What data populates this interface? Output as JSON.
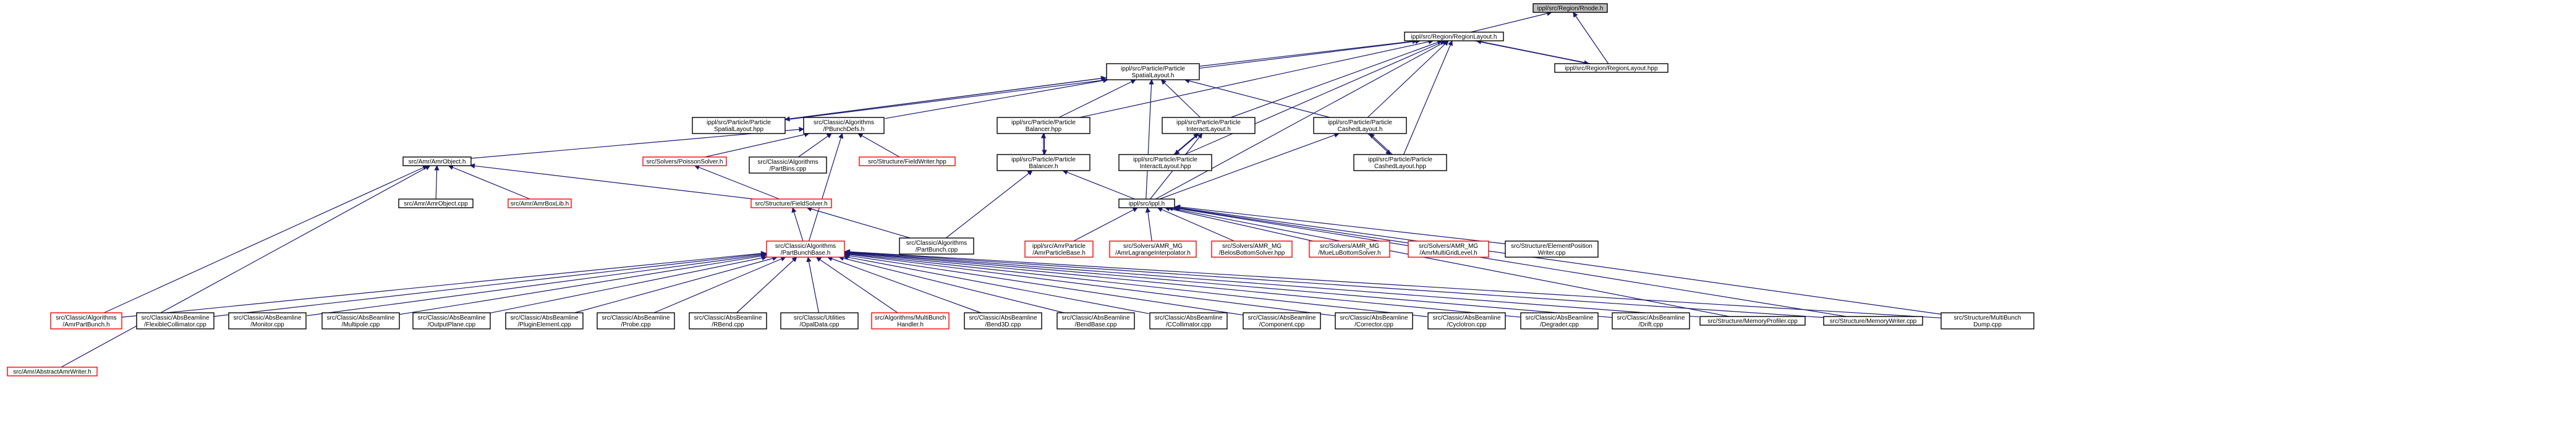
{
  "colors": {
    "root_fill": "#bfbfbf",
    "border_black": "#000000",
    "border_red": "#ff0000",
    "edge": "#191970"
  },
  "nodes": [
    {
      "id": "rnode",
      "lines": [
        "ippl/src/Region/Rnode.h"
      ],
      "style": "root"
    },
    {
      "id": "regionlayout_h",
      "lines": [
        "ippl/src/Region/RegionLayout.h"
      ],
      "style": "black"
    },
    {
      "id": "regionlayout_hpp",
      "lines": [
        "ippl/src/Region/RegionLayout.hpp"
      ],
      "style": "black"
    },
    {
      "id": "spatial_h",
      "lines": [
        "ippl/src/Particle/Particle",
        "SpatialLayout.h"
      ],
      "style": "black"
    },
    {
      "id": "spatial_hpp",
      "lines": [
        "ippl/src/Particle/Particle",
        "SpatialLayout.hpp"
      ],
      "style": "black"
    },
    {
      "id": "pbunchdefs",
      "lines": [
        "src/Classic/Algorithms",
        "/PBunchDefs.h"
      ],
      "style": "black"
    },
    {
      "id": "balancer_hpp",
      "lines": [
        "ippl/src/Particle/Particle",
        "Balancer.hpp"
      ],
      "style": "black"
    },
    {
      "id": "balancer_h",
      "lines": [
        "ippl/src/Particle/Particle",
        "Balancer.h"
      ],
      "style": "black"
    },
    {
      "id": "interact_h",
      "lines": [
        "ippl/src/Particle/Particle",
        "InteractLayout.h"
      ],
      "style": "black"
    },
    {
      "id": "interact_hpp",
      "lines": [
        "ippl/src/Particle/Particle",
        "InteractLayout.hpp"
      ],
      "style": "black"
    },
    {
      "id": "cached_h",
      "lines": [
        "ippl/src/Particle/Particle",
        "CashedLayout.h"
      ],
      "style": "black"
    },
    {
      "id": "cached_hpp",
      "lines": [
        "ippl/src/Particle/Particle",
        "CashedLayout.hpp"
      ],
      "style": "black"
    },
    {
      "id": "amrobject_h",
      "lines": [
        "src/Amr/AmrObject.h"
      ],
      "style": "black"
    },
    {
      "id": "amrobject_cpp",
      "lines": [
        "src/Amr/AmrObject.cpp"
      ],
      "style": "black"
    },
    {
      "id": "amrboxlib",
      "lines": [
        "src/Amr/AmrBoxLib.h"
      ],
      "style": "red"
    },
    {
      "id": "poisson",
      "lines": [
        "src/Solvers/PoissonSolver.h"
      ],
      "style": "red"
    },
    {
      "id": "partbins",
      "lines": [
        "src/Classic/Algorithms",
        "/PartBins.cpp"
      ],
      "style": "black"
    },
    {
      "id": "fieldwriter",
      "lines": [
        "src/Structure/FieldWriter.hpp"
      ],
      "style": "red"
    },
    {
      "id": "fieldsolver",
      "lines": [
        "src/Structure/FieldSolver.h"
      ],
      "style": "red"
    },
    {
      "id": "ippl_h",
      "lines": [
        "ippl/src/ippl.h"
      ],
      "style": "black"
    },
    {
      "id": "partbunchbase",
      "lines": [
        "src/Classic/Algorithms",
        "/PartBunchBase.h"
      ],
      "style": "red"
    },
    {
      "id": "partbunch_cpp",
      "lines": [
        "src/Classic/Algorithms",
        "/PartBunch.cpp"
      ],
      "style": "black"
    },
    {
      "id": "amrparticlebase",
      "lines": [
        "ippl/src/AmrParticle",
        "/AmrParticleBase.h"
      ],
      "style": "red"
    },
    {
      "id": "lagrange",
      "lines": [
        "src/Solvers/AMR_MG",
        "/AmrLagrangeInterpolator.h"
      ],
      "style": "red"
    },
    {
      "id": "bottomsolver",
      "lines": [
        "src/Solvers/AMR_MG",
        "/BelosBottomSolver.hpp"
      ],
      "style": "red"
    },
    {
      "id": "muelu",
      "lines": [
        "src/Solvers/AMR_MG",
        "/MueLuBottomSolver.h"
      ],
      "style": "red"
    },
    {
      "id": "multigrid",
      "lines": [
        "src/Solvers/AMR_MG",
        "/AmrMultiGridLevel.h"
      ],
      "style": "red"
    },
    {
      "id": "elementpos",
      "lines": [
        "src/Structure/ElementPosition",
        "Writer.cpp"
      ],
      "style": "black"
    },
    {
      "id": "amrpartbunch",
      "lines": [
        "src/Classic/Algorithms",
        "/AmrPartBunch.h"
      ],
      "style": "red"
    },
    {
      "id": "flexcoll",
      "lines": [
        "src/Classic/AbsBeamline",
        "/FlexibleCollimator.cpp"
      ],
      "style": "black"
    },
    {
      "id": "monitor",
      "lines": [
        "src/Classic/AbsBeamline",
        "/Monitor.cpp"
      ],
      "style": "black"
    },
    {
      "id": "multipole",
      "lines": [
        "src/Classic/AbsBeamline",
        "/Multipole.cpp"
      ],
      "style": "black"
    },
    {
      "id": "outputplane",
      "lines": [
        "src/Classic/AbsBeamline",
        "/OutputPlane.cpp"
      ],
      "style": "black"
    },
    {
      "id": "pluginelement",
      "lines": [
        "src/Classic/AbsBeamline",
        "/PluginElement.cpp"
      ],
      "style": "black"
    },
    {
      "id": "probe",
      "lines": [
        "src/Classic/AbsBeamline",
        "/Probe.cpp"
      ],
      "style": "black"
    },
    {
      "id": "rbend",
      "lines": [
        "src/Classic/AbsBeamline",
        "/RBend.cpp"
      ],
      "style": "black"
    },
    {
      "id": "opaldata",
      "lines": [
        "src/Classic/Utilities",
        "/OpalData.cpp"
      ],
      "style": "black"
    },
    {
      "id": "multibunchhandler",
      "lines": [
        "src/Algorithms/MultiBunch",
        "Handler.h"
      ],
      "style": "red"
    },
    {
      "id": "rbend3d",
      "lines": [
        "src/Classic/AbsBeamline",
        "/Bend3D.cpp"
      ],
      "style": "black"
    },
    {
      "id": "bendbase",
      "lines": [
        "src/Classic/AbsBeamline",
        "/BendBase.cpp"
      ],
      "style": "black"
    },
    {
      "id": "ccollimator",
      "lines": [
        "src/Classic/AbsBeamline",
        "/CCollimator.cpp"
      ],
      "style": "black"
    },
    {
      "id": "component",
      "lines": [
        "src/Classic/AbsBeamline",
        "/Component.cpp"
      ],
      "style": "black"
    },
    {
      "id": "corrector",
      "lines": [
        "src/Classic/AbsBeamline",
        "/Corrector.cpp"
      ],
      "style": "black"
    },
    {
      "id": "cyclotron",
      "lines": [
        "src/Classic/AbsBeamline",
        "/Cyclotron.cpp"
      ],
      "style": "black"
    },
    {
      "id": "degrader",
      "lines": [
        "src/Classic/AbsBeamline",
        "/Degrader.cpp"
      ],
      "style": "black"
    },
    {
      "id": "drift",
      "lines": [
        "src/Classic/AbsBeamline",
        "/Drift.cpp"
      ],
      "style": "black"
    },
    {
      "id": "memprofiler",
      "lines": [
        "src/Structure/MemoryProfiler.cpp"
      ],
      "style": "black"
    },
    {
      "id": "memwriter",
      "lines": [
        "src/Structure/MemoryWriter.cpp"
      ],
      "style": "black"
    },
    {
      "id": "multibunchdump",
      "lines": [
        "src/Structure/MultiBunch",
        "Dump.cpp"
      ],
      "style": "black"
    },
    {
      "id": "amrwriter",
      "lines": [
        "src/Amr/AbstractAmrWriter.h"
      ],
      "style": "red"
    }
  ]
}
